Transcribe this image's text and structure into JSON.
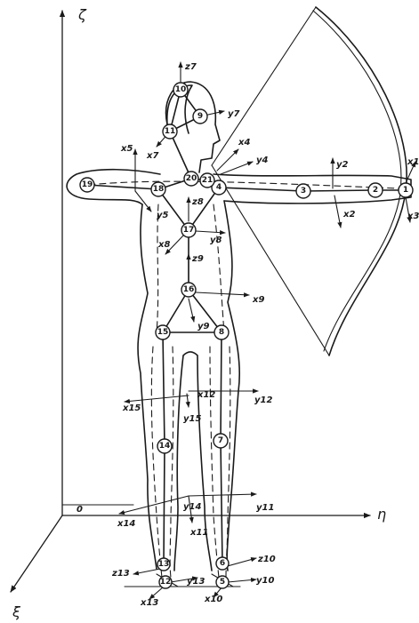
{
  "axes": {
    "vertical_label": "ζ",
    "horizontal_label": "η",
    "depth_label": "ξ",
    "origin_label": "0"
  },
  "joints": [
    "1",
    "2",
    "3",
    "4",
    "5",
    "6",
    "7",
    "8",
    "9",
    "10",
    "11",
    "12",
    "13",
    "14",
    "15",
    "16",
    "17",
    "18",
    "19",
    "20",
    "21"
  ],
  "vector_labels": [
    "z7",
    "y7",
    "x7",
    "x5",
    "y5",
    "x4",
    "y4",
    "y2",
    "x2",
    "z8",
    "y8",
    "x8",
    "z9",
    "x9",
    "y9",
    "x12",
    "y12",
    "x15",
    "y15",
    "y14",
    "x14",
    "x11",
    "y11",
    "z10",
    "y10",
    "x10",
    "z13",
    "y13",
    "x13",
    "x1",
    "x3"
  ]
}
